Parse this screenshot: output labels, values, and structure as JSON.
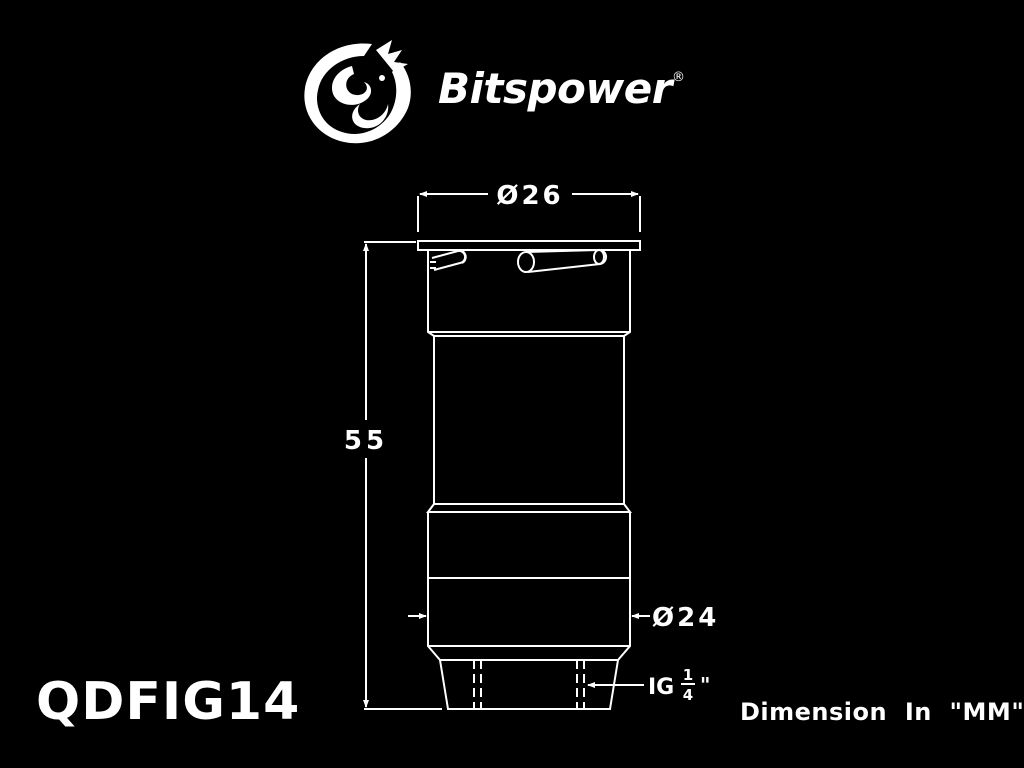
{
  "brand": {
    "name": "Bitspower",
    "registered_mark": "®"
  },
  "model": "QDFIG14",
  "unit_note": "Dimension  In  \"MM\"",
  "dimensions": {
    "top_diameter": "Ø26",
    "height": "55",
    "bottom_diameter": "Ø24",
    "thread_prefix": "IG",
    "thread_numerator": "1",
    "thread_denominator": "4",
    "thread_suffix": "\""
  },
  "colors": {
    "background": "#000000",
    "line": "#ffffff"
  }
}
